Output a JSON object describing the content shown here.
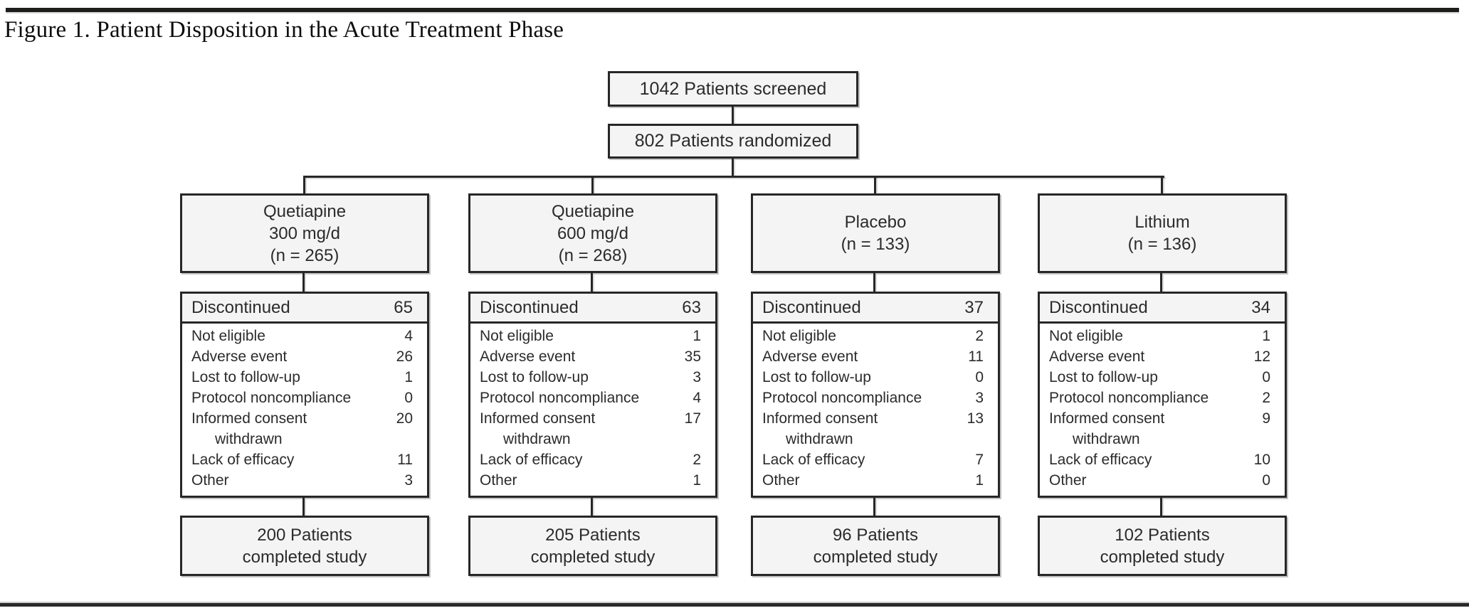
{
  "figure": {
    "title": "Figure 1. Patient Disposition in the Acute Treatment Phase"
  },
  "flow": {
    "screened_label": "1042 Patients screened",
    "randomized_label": "802 Patients randomized"
  },
  "labels": {
    "discontinued": "Discontinued"
  },
  "colors": {
    "box_fill": "#f4f4f4",
    "box_border": "#272727",
    "rule": "#1d1d1b",
    "text": "#2b2b2b"
  },
  "arms": [
    {
      "id": "quetiapine-300",
      "title_lines": [
        "Quetiapine",
        "300 mg/d",
        "(n = 265)"
      ],
      "discontinued_total": "65",
      "reasons": [
        {
          "label": "Not eligible",
          "value": "4"
        },
        {
          "label": "Adverse event",
          "value": "26"
        },
        {
          "label": "Lost to follow-up",
          "value": "1"
        },
        {
          "label": "Protocol noncompliance",
          "value": "0"
        },
        {
          "label": "Informed consent",
          "label_cont": "withdrawn",
          "value": "20"
        },
        {
          "label": "Lack of efficacy",
          "value": "11"
        },
        {
          "label": "Other",
          "value": "3"
        }
      ],
      "completed_lines": [
        "200 Patients",
        "completed study"
      ]
    },
    {
      "id": "quetiapine-600",
      "title_lines": [
        "Quetiapine",
        "600 mg/d",
        "(n = 268)"
      ],
      "discontinued_total": "63",
      "reasons": [
        {
          "label": "Not eligible",
          "value": "1"
        },
        {
          "label": "Adverse event",
          "value": "35"
        },
        {
          "label": "Lost to follow-up",
          "value": "3"
        },
        {
          "label": "Protocol noncompliance",
          "value": "4"
        },
        {
          "label": "Informed consent",
          "label_cont": "withdrawn",
          "value": "17"
        },
        {
          "label": "Lack of efficacy",
          "value": "2"
        },
        {
          "label": "Other",
          "value": "1"
        }
      ],
      "completed_lines": [
        "205 Patients",
        "completed study"
      ]
    },
    {
      "id": "placebo",
      "title_lines": [
        "Placebo",
        "(n = 133)"
      ],
      "discontinued_total": "37",
      "reasons": [
        {
          "label": "Not eligible",
          "value": "2"
        },
        {
          "label": "Adverse event",
          "value": "11"
        },
        {
          "label": "Lost to follow-up",
          "value": "0"
        },
        {
          "label": "Protocol noncompliance",
          "value": "3"
        },
        {
          "label": "Informed consent",
          "label_cont": "withdrawn",
          "value": "13"
        },
        {
          "label": "Lack of efficacy",
          "value": "7"
        },
        {
          "label": "Other",
          "value": "1"
        }
      ],
      "completed_lines": [
        "96 Patients",
        "completed study"
      ]
    },
    {
      "id": "lithium",
      "title_lines": [
        "Lithium",
        "(n = 136)"
      ],
      "discontinued_total": "34",
      "reasons": [
        {
          "label": "Not eligible",
          "value": "1"
        },
        {
          "label": "Adverse event",
          "value": "12"
        },
        {
          "label": "Lost to follow-up",
          "value": "0"
        },
        {
          "label": "Protocol noncompliance",
          "value": "2"
        },
        {
          "label": "Informed consent",
          "label_cont": "withdrawn",
          "value": "9"
        },
        {
          "label": "Lack of efficacy",
          "value": "10"
        },
        {
          "label": "Other",
          "value": "0"
        }
      ],
      "completed_lines": [
        "102 Patients",
        "completed study"
      ]
    }
  ]
}
